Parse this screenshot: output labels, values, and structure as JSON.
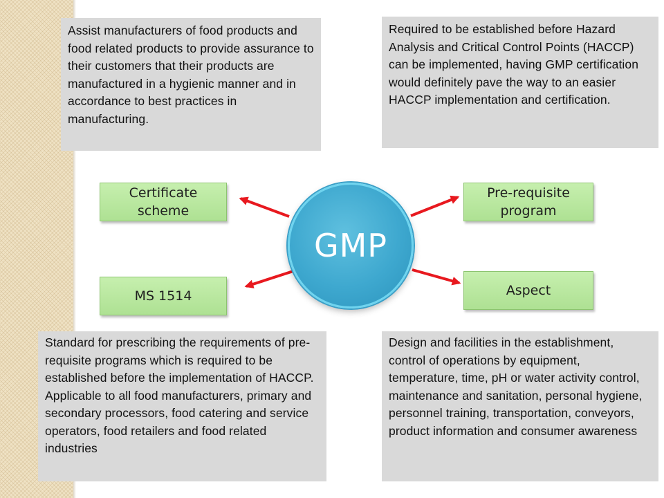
{
  "center": {
    "label": "GMP"
  },
  "nodes": {
    "certificate_scheme": "Certificate scheme",
    "pre_requisite_program": "Pre-requisite program",
    "ms1514": "MS 1514",
    "aspect": "Aspect"
  },
  "notes": {
    "top_left": "Assist manufacturers of food products and food related products to provide assurance to their customers that their products are manufactured in a hygienic manner and in accordance to best practices in manufacturing.",
    "top_right": "Required to be established before Hazard Analysis and Critical Control Points (HACCP) can be implemented, having GMP certification would definitely pave the way to an easier HACCP implementation and certification.",
    "bottom_left": "Standard for prescribing the requirements of pre-requisite programs which is required to be established before the implementation of HACCP. Applicable to all food manufacturers, primary and secondary processors, food catering and service operators, food retailers and food related industries",
    "bottom_right": "Design and facilities in the establishment, control of operations by equipment, temperature, time, pH or water activity control, maintenance and sanitation, personal hygiene, personnel training, transportation, conveyors, product information and consumer awareness"
  },
  "colors": {
    "arrow": "#e8191f",
    "node_fill": "#b8e8a0",
    "circle_fill": "#3ea8cf",
    "note_fill": "#d9d9d9"
  }
}
